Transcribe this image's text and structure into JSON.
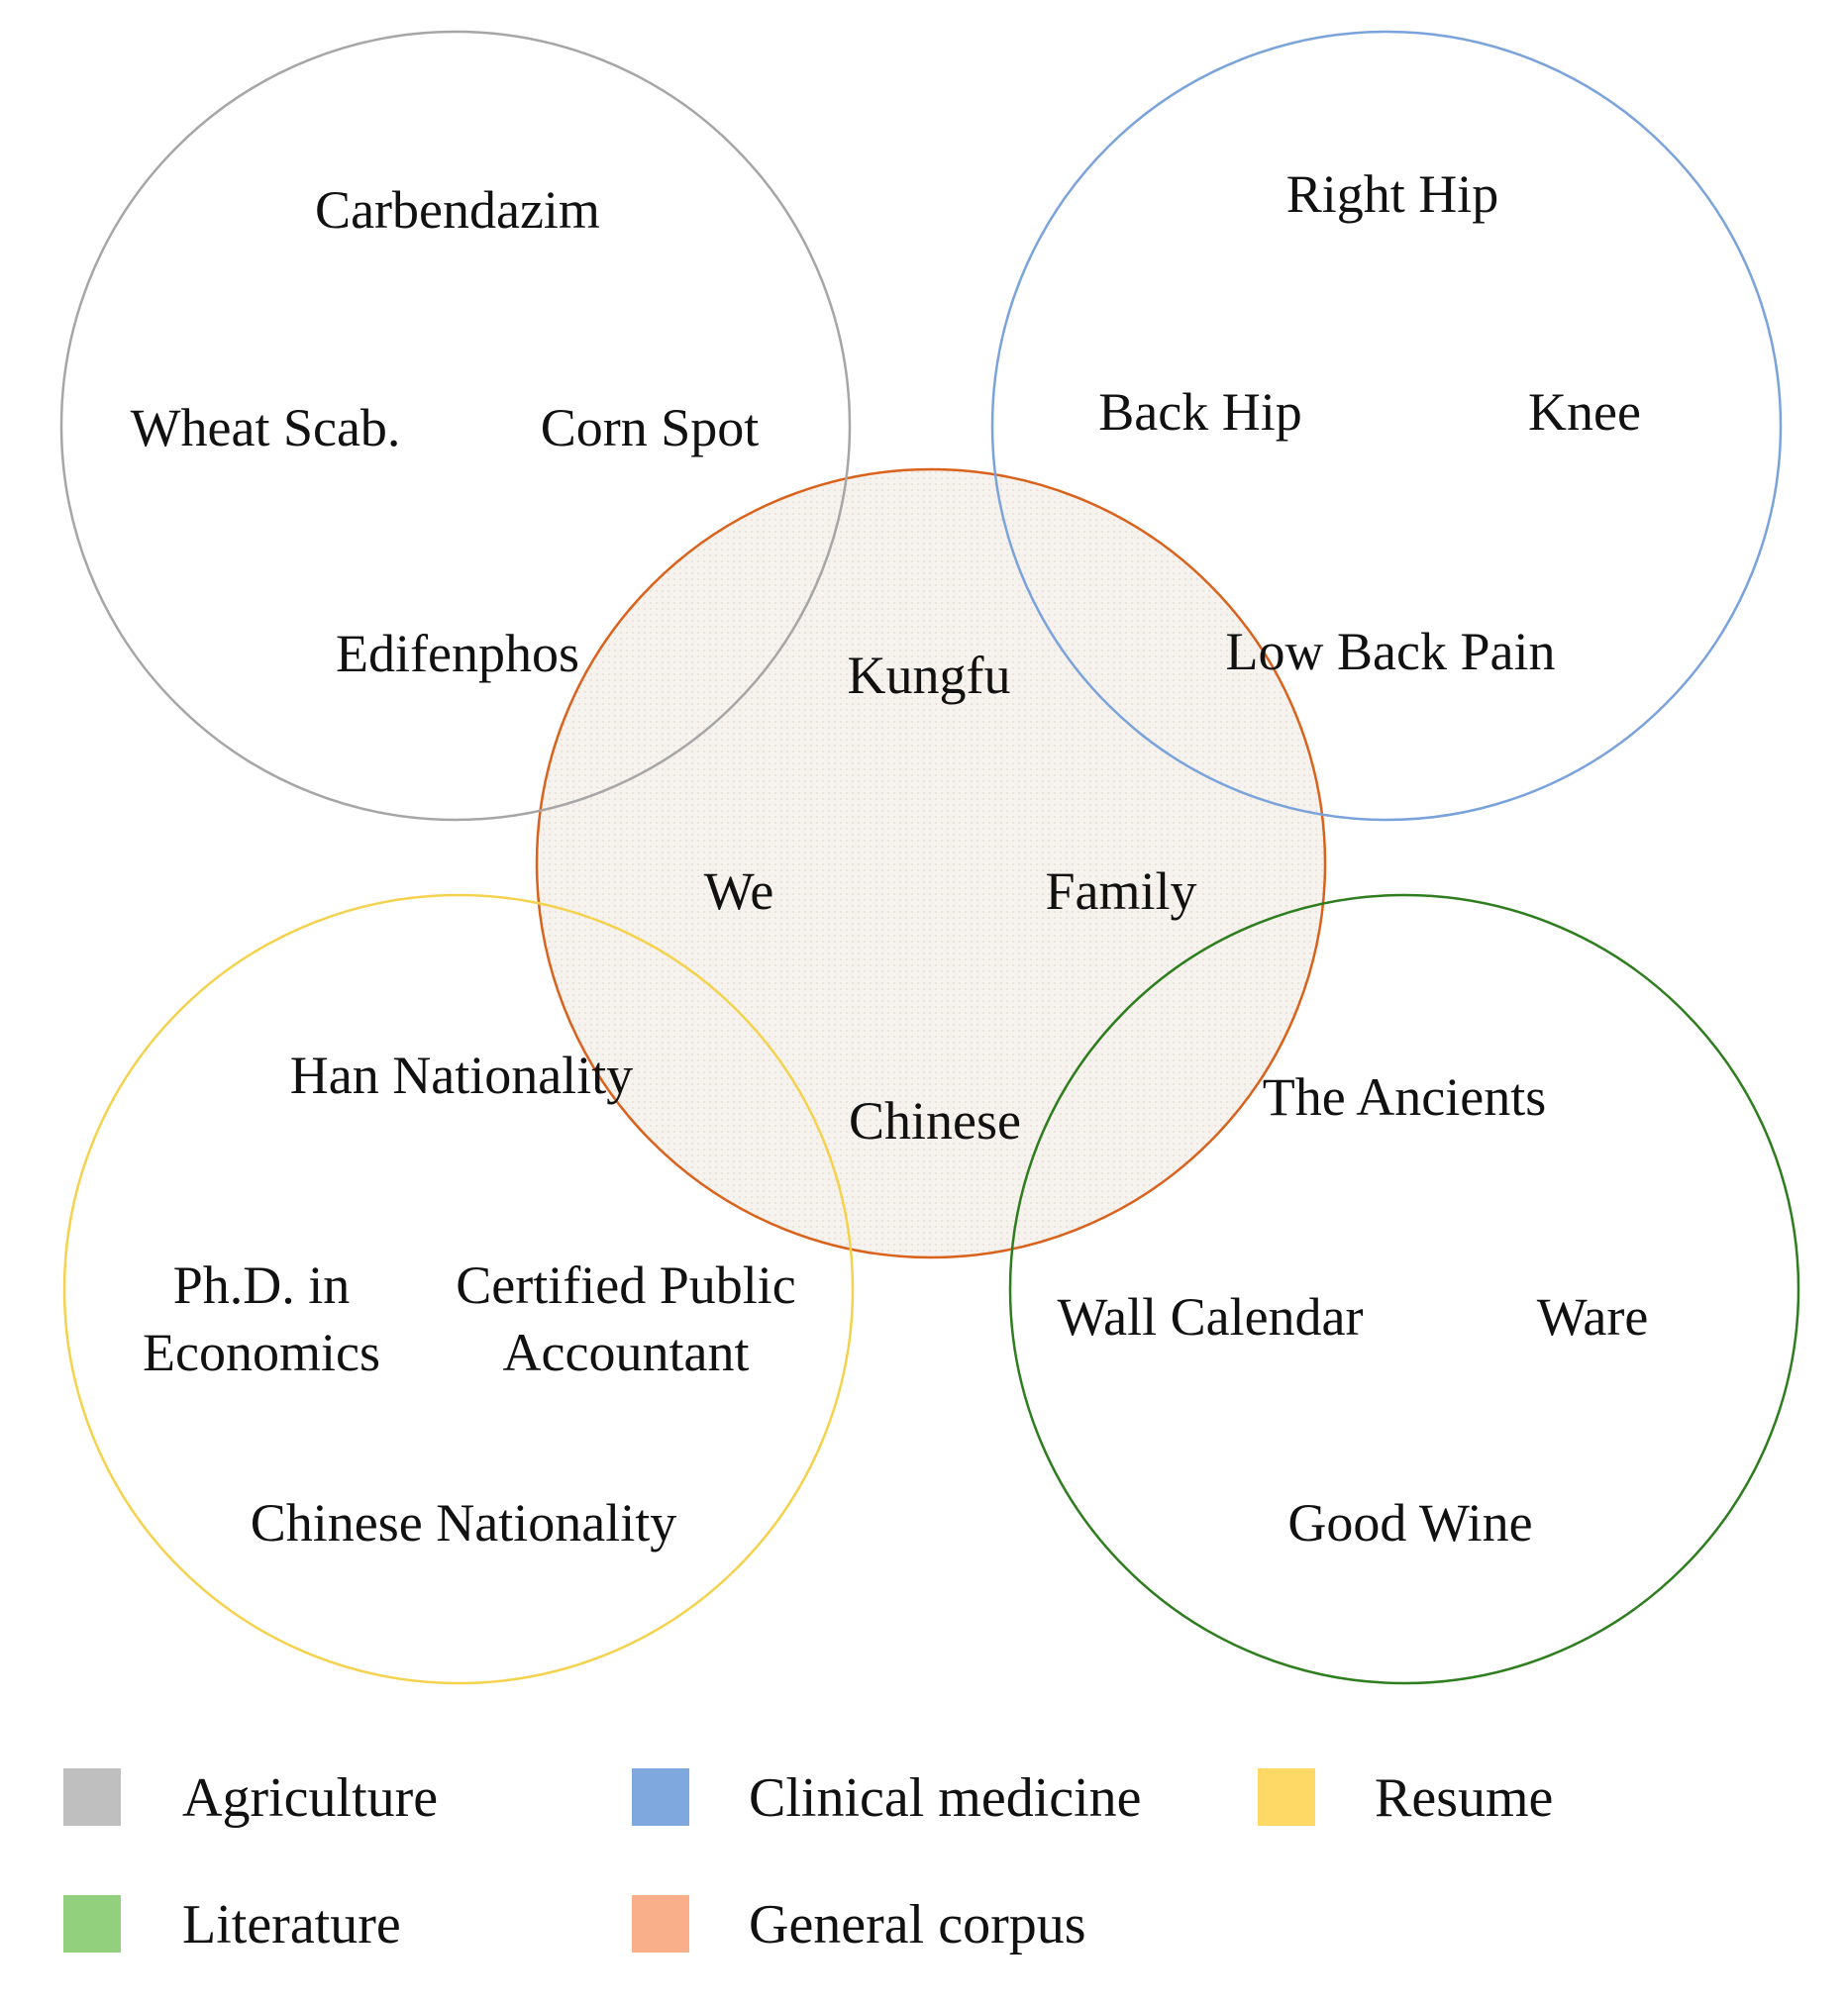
{
  "categories": {
    "agriculture": {
      "name": "Agriculture",
      "stroke": "#A6A6A6",
      "swatch": "#BFBFBF"
    },
    "clinical": {
      "name": "Clinical medicine",
      "stroke": "#7BA3DB",
      "swatch": "#7FA8DE"
    },
    "resume": {
      "name": "Resume",
      "stroke": "#F5D24E",
      "swatch": "#FFD966"
    },
    "literature": {
      "name": "Literature",
      "stroke": "#2E7D1E",
      "swatch": "#92D07E"
    },
    "general": {
      "name": "General corpus",
      "stroke": "#D9621C",
      "swatch": "#F9B08A",
      "fill": "#F3EEE8"
    }
  },
  "terms": {
    "agriculture": [
      "Carbendazim",
      "Wheat Scab.",
      "Corn Spot",
      "Edifenphos"
    ],
    "clinical": [
      "Right Hip",
      "Back Hip",
      "Knee",
      "Low Back Pain"
    ],
    "general": [
      "Kungfu",
      "We",
      "Family",
      "Chinese"
    ],
    "resume": [
      "Han Nationality",
      "Ph.D. in",
      "Economics",
      "Certified Public",
      "Accountant",
      "Chinese Nationality"
    ],
    "literature": [
      "The Ancients",
      "Wall Calendar",
      "Ware",
      "Good Wine"
    ]
  }
}
